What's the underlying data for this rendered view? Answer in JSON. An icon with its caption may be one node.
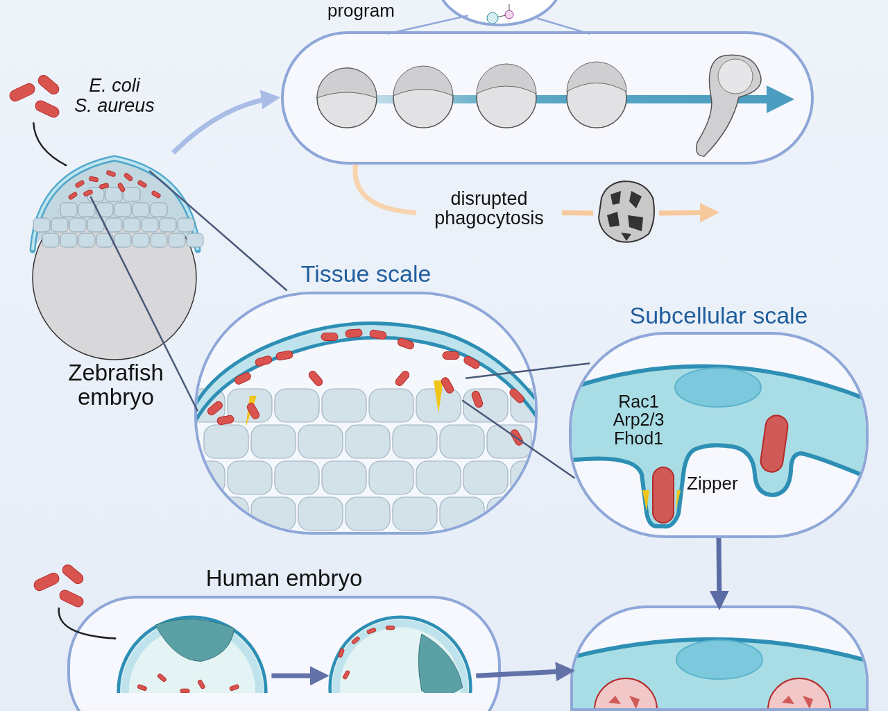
{
  "diagram": {
    "nodes": [
      {
        "text": [
          "E. coli",
          "S. aureus"
        ]
      },
      {
        "text": [
          "Zebrafish embryo"
        ]
      },
      {
        "text": [],
        "shape": "box"
      },
      {
        "text": [],
        "shape": "circle"
      },
      {
        "text": [
          "disrupted phagocytosis"
        ]
      },
      {
        "text": [],
        "shape": "picture"
      },
      {
        "text": [
          "Tissue scale"
        ]
      },
      {
        "text": [
          "Subcellular scale",
          "Rac1 Arp2/3 Fhod1",
          "Zipper"
        ]
      },
      {
        "text": [
          "Human embryo"
        ]
      },
      {
        "text": [],
        "shape": "box"
      },
      {
        "text": [],
        "shape": "picture"
      },
      {
        "text": [],
        "shape": "picture",
        "in": 8
      },
      {
        "text": [],
        "shape": "picture",
        "in": 8
      }
    ],
    "edges": [
      {
        "from": 0,
        "to": 1,
        "arrow": "to",
        "color": "#222222"
      },
      {
        "from": 1,
        "to": 2,
        "arrow": "to",
        "style": "thick",
        "color": "#a9bde6"
      },
      {
        "from": 3,
        "to": 2,
        "arrow": "none",
        "color": "#8fa7d8"
      },
      {
        "from": 3,
        "to": 2,
        "arrow": "none",
        "color": "#8fa7d8"
      },
      {
        "from": 2,
        "to": 4,
        "arrow": "none",
        "style": "thick",
        "color": "#f7d3ae"
      },
      {
        "from": 4,
        "to": 5,
        "arrow": "none",
        "style": "thick",
        "color": "#f7c89a"
      },
      {
        "from": 5,
        "to": null,
        "arrow": "to",
        "style": "thick",
        "color": "#f7c89a"
      },
      {
        "from": 1,
        "to": 6,
        "arrow": "none"
      },
      {
        "from": 1,
        "to": 6,
        "arrow": "none"
      },
      {
        "from": 6,
        "to": 7,
        "arrow": "none"
      },
      {
        "from": 6,
        "to": 7,
        "arrow": "none"
      },
      {
        "from": 7,
        "to": 9,
        "arrow": "to",
        "style": "thick",
        "color": "#5b6ba3"
      },
      {
        "from": 10,
        "to": 11,
        "arrow": "to",
        "color": "#222222"
      },
      {
        "from": 11,
        "to": 12,
        "arrow": "to",
        "style": "thick",
        "color": "#6272a8"
      },
      {
        "from": 12,
        "to": 9,
        "arrow": "to",
        "style": "thick",
        "color": "#6272a8"
      }
    ],
    "labels": [
      "program"
    ]
  }
}
